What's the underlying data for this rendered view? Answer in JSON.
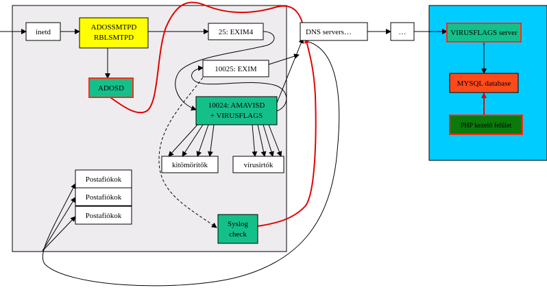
{
  "colors": {
    "container_bg": "#eeecee",
    "panel_bg": "#00ccff",
    "yellow": "#ffff00",
    "green": "#14c08a",
    "red_box": "#ff4a1a",
    "dark_green": "#0a7a0a",
    "red_line": "#e30000",
    "white": "#ffffff"
  },
  "nodes": {
    "inetd": "inetd",
    "adossmtpd_line1": "ADOSSMTPD",
    "adossmtpd_line2": "RBLSMTPD",
    "adosd": "ADOSD",
    "exim4": "25: EXIM4",
    "exim10025": "10025: EXIM",
    "amavisd_line1": "10024: AMAVISD",
    "amavisd_line2": "+ VIRUSFLAGS",
    "kitomoritok": "kitömörítők",
    "virusirtok": "vírusirtók",
    "postafiok1": "Postafiókok",
    "postafiok2": "Postafiókok",
    "postafiok3": "Postafiókok",
    "syslog_line1": "Syslog",
    "syslog_line2": "check",
    "dns": "DNS servers…",
    "ellipsis": "…",
    "virusflags_server": "VIRUSFLAGS server",
    "mysql": "MYSQL database",
    "php": "PHP kezelő felület"
  }
}
